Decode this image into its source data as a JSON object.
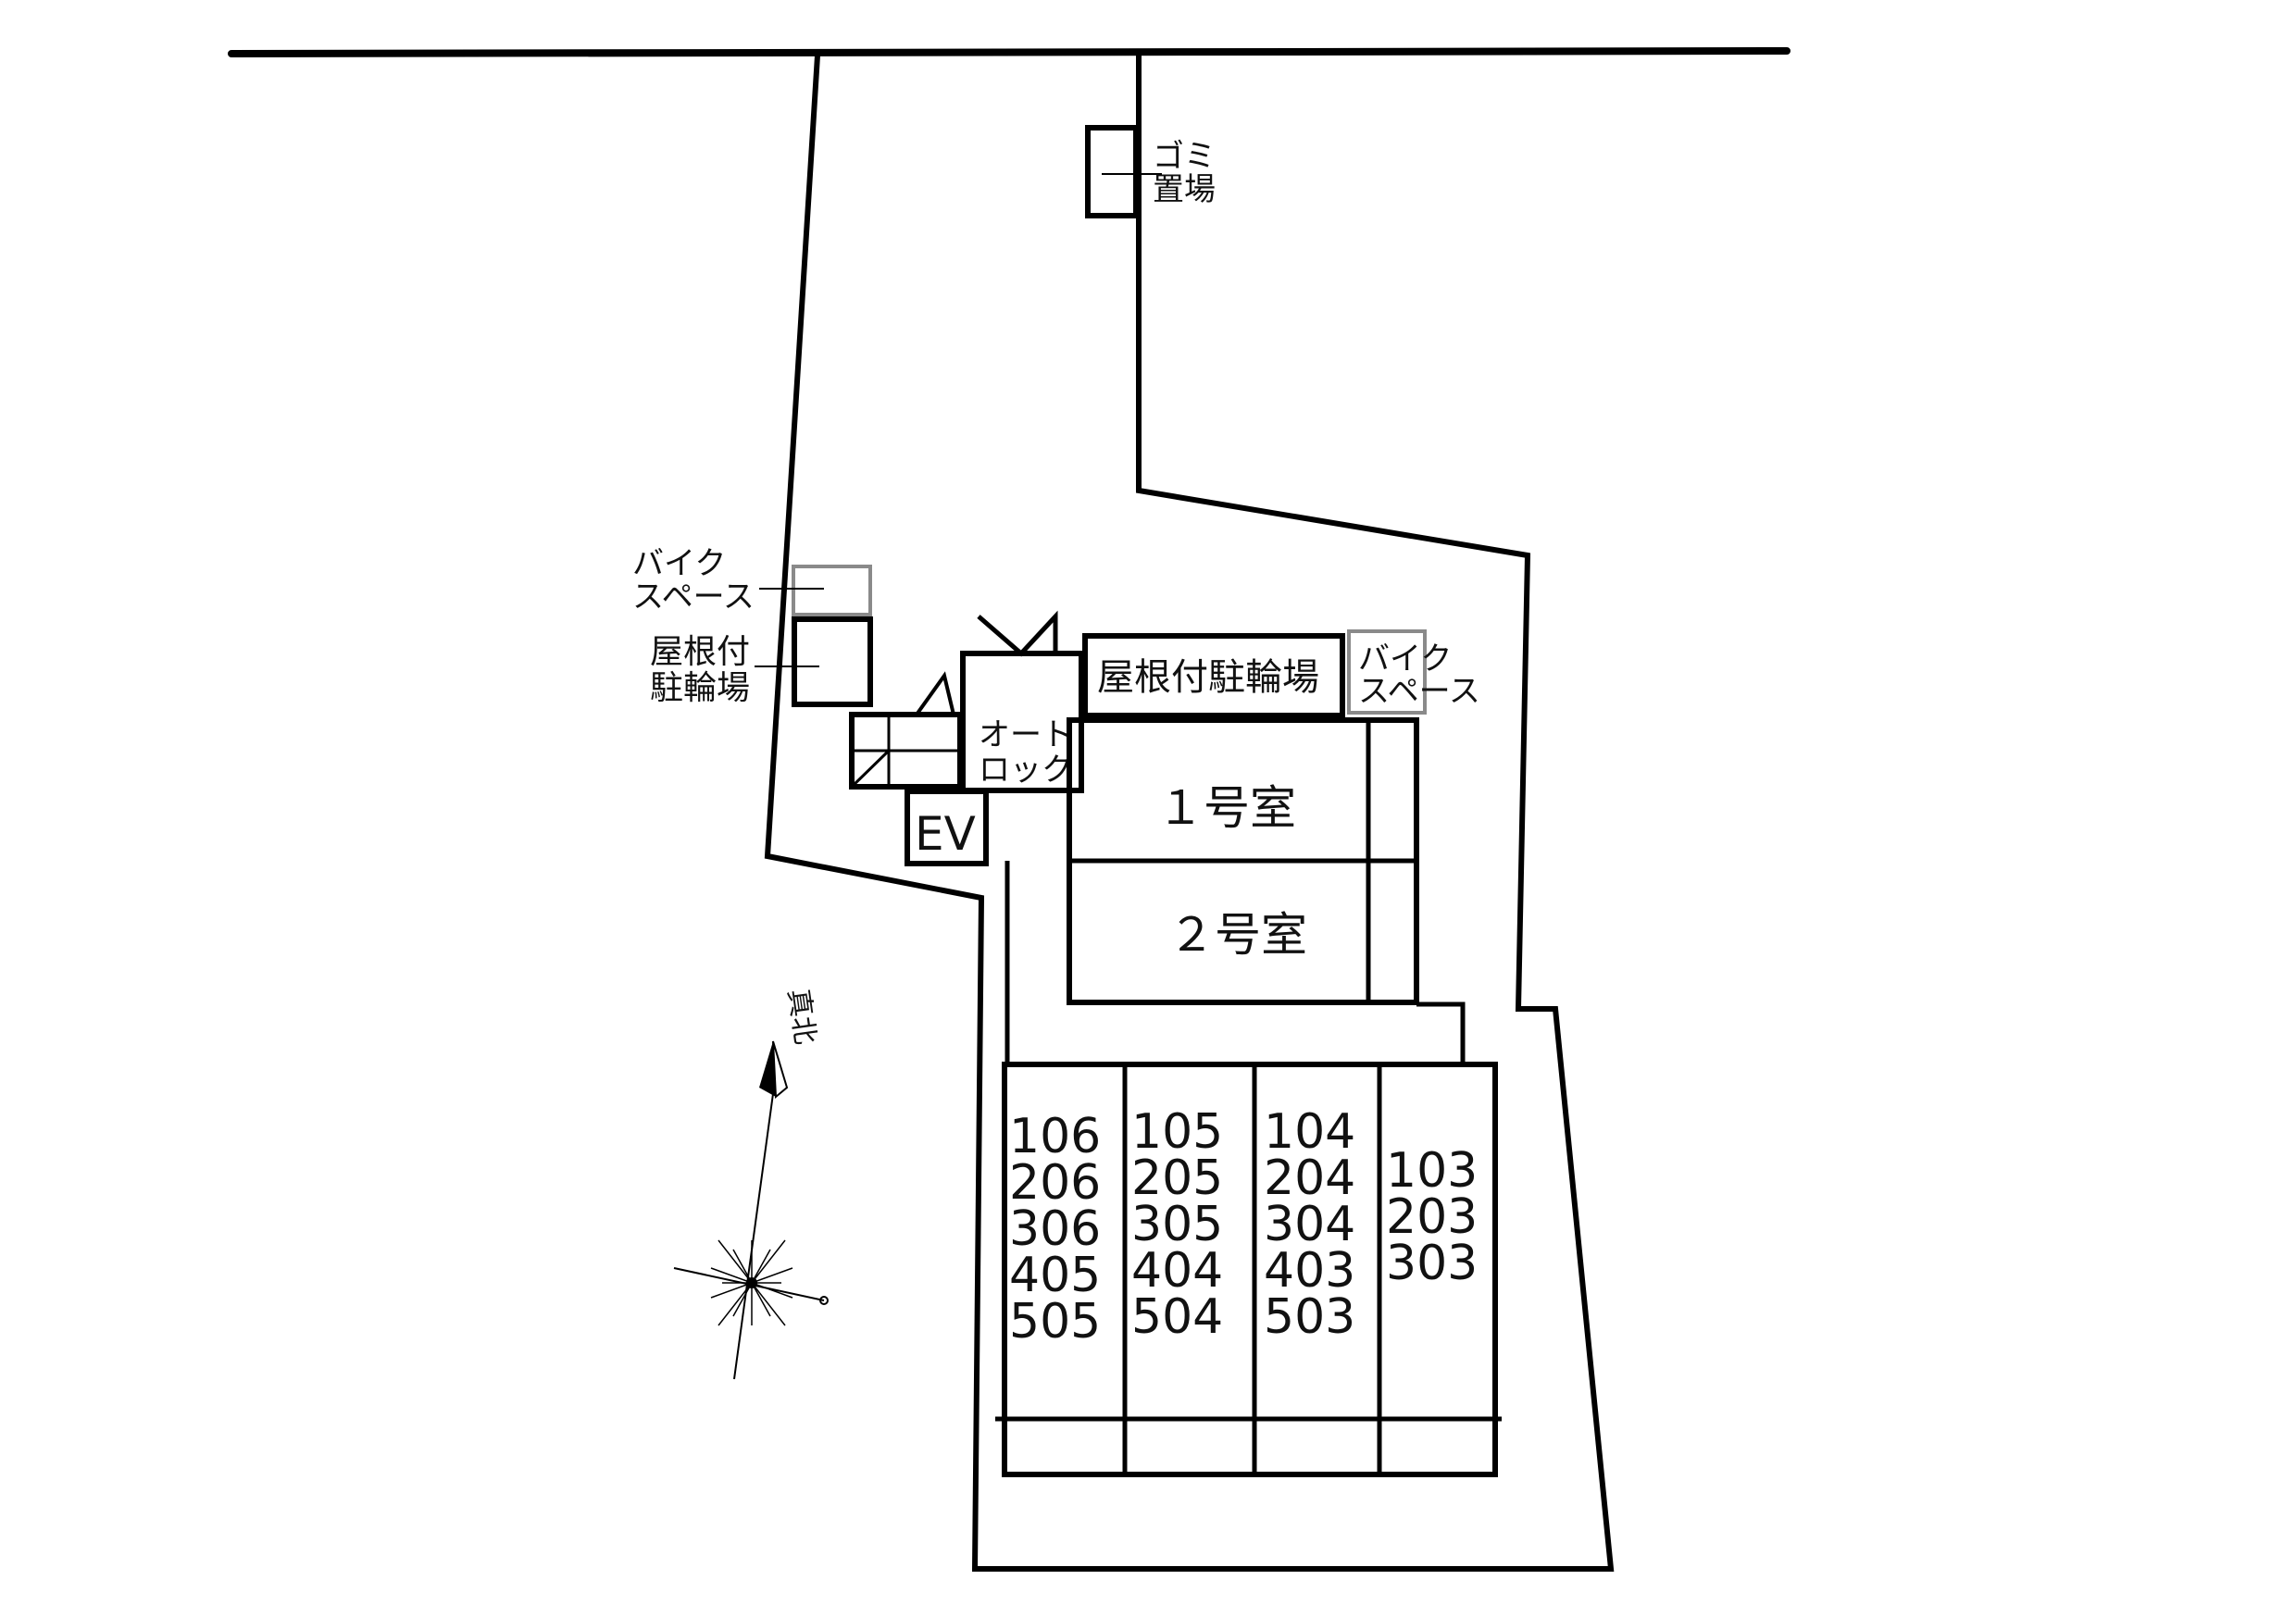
{
  "labels": {
    "garbage": [
      "ゴミ",
      "置場"
    ],
    "bike_left": [
      "バイク",
      "スペース"
    ],
    "roofed_left": [
      "屋根付",
      "駐輪場"
    ],
    "roofed_top": "屋根付駐輪場",
    "bike_right": [
      "バイク",
      "スペース"
    ],
    "autolock": [
      "オート",
      "ロック"
    ],
    "ev": "EV",
    "room1": "１号室",
    "room2": "２号室",
    "true_north": "真北"
  },
  "parking_columns": [
    [
      "106",
      "206",
      "306",
      "405",
      "505"
    ],
    [
      "105",
      "205",
      "305",
      "404",
      "504"
    ],
    [
      "104",
      "204",
      "304",
      "403",
      "503"
    ],
    [
      "103",
      "203",
      "303"
    ]
  ],
  "icons": {
    "compass": "compass-rose-icon"
  }
}
